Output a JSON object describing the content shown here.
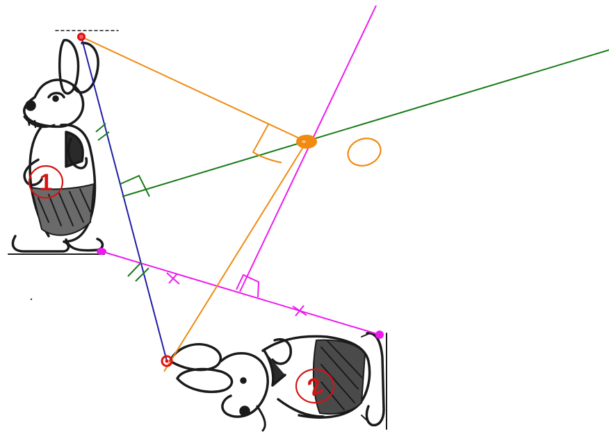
{
  "figure": {
    "labels": {
      "figure_1": "1",
      "figure_2": "2",
      "rotation_center_mark": "O"
    }
  },
  "colors": {
    "segment_red_points": "#1c1ca8",
    "segment_magenta_points": "#ee19ee",
    "bisector_green": "#157a15",
    "bisector_magenta": "#ee19ee",
    "radius_orange": "#f08a10",
    "red_points": "#e01010",
    "center_point": "#f08a10",
    "label_circles": "#d41414",
    "rabbit_ink": "#1a1a1a"
  },
  "icons": {
    "figure_1": "rabbit-standing-icon",
    "figure_2": "rabbit-rotated-icon"
  }
}
